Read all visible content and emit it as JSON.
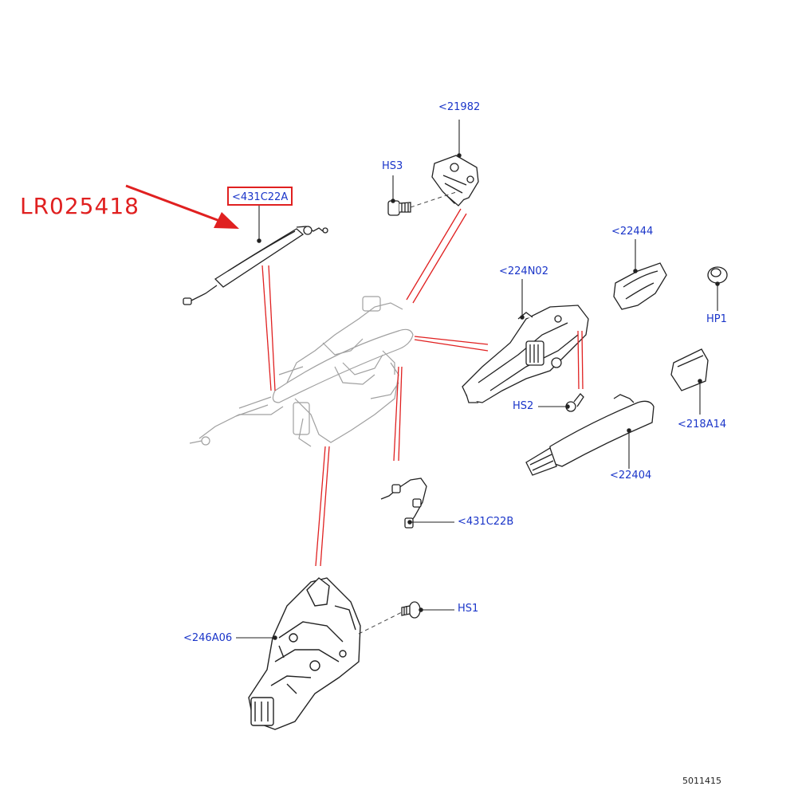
{
  "colors": {
    "callout_text": "#1a35c9",
    "highlight": "#e02020",
    "leader_red": "#e02020",
    "line_art": "#222222",
    "ghost_art": "#9a9a9a"
  },
  "highlight": {
    "part_number": "LR025418",
    "target_callout": "<431C22A"
  },
  "callouts": {
    "c21982": "<21982",
    "hs3": "HS3",
    "c431c22a": "<431C22A",
    "c22444": "<22444",
    "c224n02": "<224N02",
    "hp1": "HP1",
    "hs2": "HS2",
    "c218a14": "<218A14",
    "c22404": "<22404",
    "c431c22b": "<431C22B",
    "hs1": "HS1",
    "c246a06": "<246A06"
  },
  "drawing_ref": "5011415"
}
